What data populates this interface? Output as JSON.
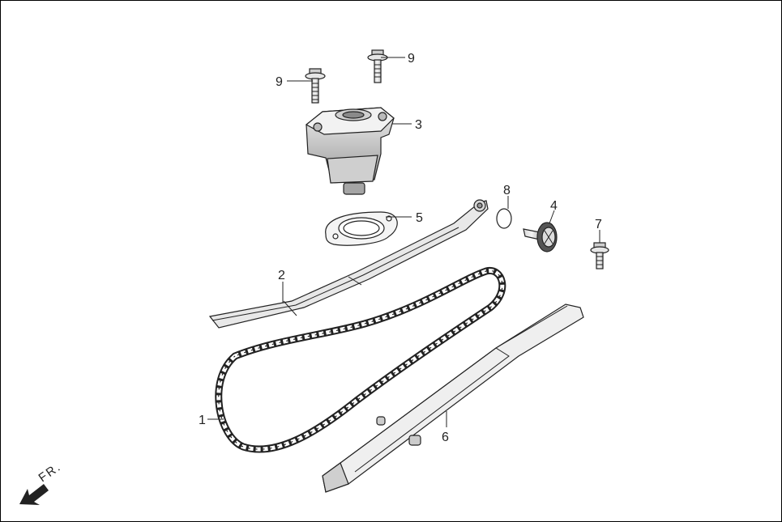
{
  "callouts": [
    {
      "id": "1",
      "text": "1"
    },
    {
      "id": "2",
      "text": "2"
    },
    {
      "id": "3",
      "text": "3"
    },
    {
      "id": "4",
      "text": "4"
    },
    {
      "id": "5",
      "text": "5"
    },
    {
      "id": "6",
      "text": "6"
    },
    {
      "id": "7",
      "text": "7"
    },
    {
      "id": "8",
      "text": "8"
    },
    {
      "id": "9a",
      "text": "9"
    },
    {
      "id": "9b",
      "text": "9"
    }
  ],
  "direction_label": "FR."
}
